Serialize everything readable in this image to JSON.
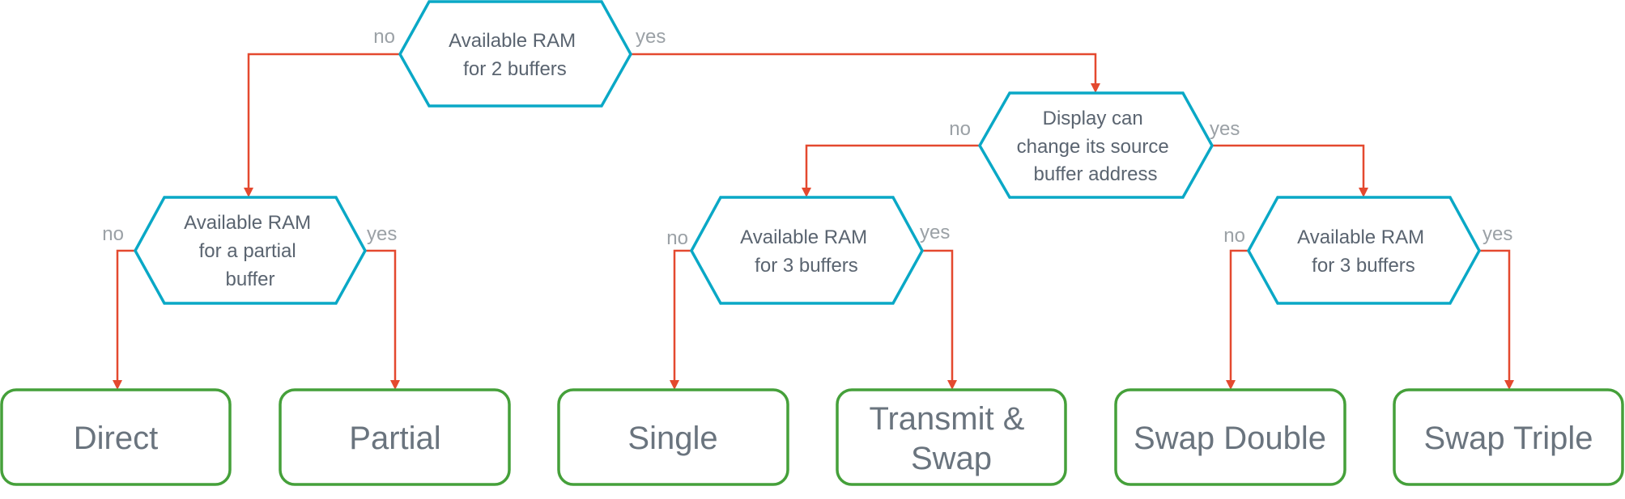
{
  "decisions": {
    "ram_2_buffers": [
      "Available RAM",
      "for 2 buffers"
    ],
    "partial_buffer": [
      "Available RAM",
      "for a partial",
      "buffer"
    ],
    "display_change": [
      "Display can",
      "change its source",
      "buffer address"
    ],
    "ram_3_buffers_left": [
      "Available RAM",
      "for 3 buffers"
    ],
    "ram_3_buffers_right": [
      "Available RAM",
      "for 3 buffers"
    ]
  },
  "results": {
    "direct": [
      "Direct"
    ],
    "partial": [
      "Partial"
    ],
    "single": [
      "Single"
    ],
    "transmit_swap": [
      "Transmit &",
      "Swap"
    ],
    "swap_double": [
      "Swap Double"
    ],
    "swap_triple": [
      "Swap Triple"
    ]
  },
  "branches": {
    "no": "no",
    "yes": "yes"
  },
  "colors": {
    "decision_border": "#0aa8c6",
    "result_border": "#45a03a",
    "connector": "#e4492f",
    "text": "#5a6470",
    "branch_label": "#9ba1a6"
  }
}
